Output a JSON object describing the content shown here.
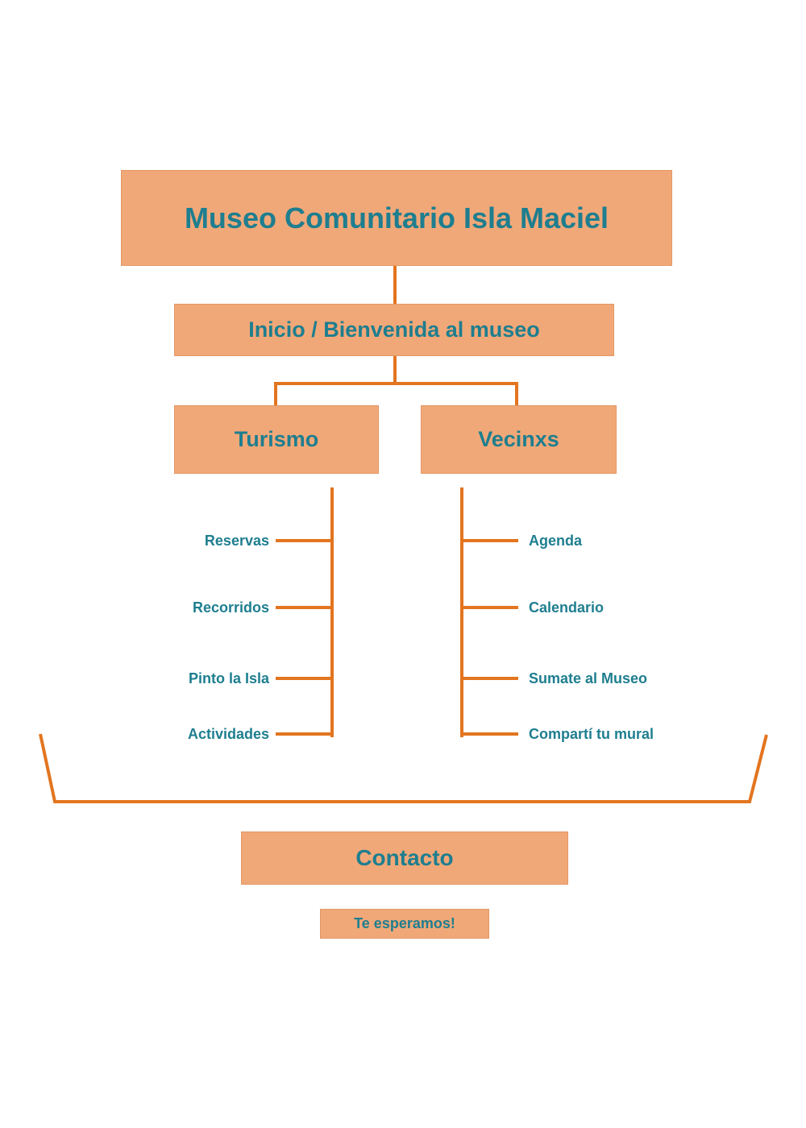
{
  "diagram": {
    "title": "Museo Comunitario Isla Maciel",
    "home": "Inicio / Bienvenida al museo",
    "branches": [
      {
        "label": "Turismo",
        "children": [
          "Reservas",
          "Recorridos",
          "Pinto la Isla",
          "Actividades"
        ]
      },
      {
        "label": "Vecinxs",
        "children": [
          "Agenda",
          "Calendario",
          "Sumate al Museo",
          "Compartí tu mural"
        ]
      }
    ],
    "contact": "Contacto",
    "footer": "Te esperamos!"
  },
  "colors": {
    "node_fill": "#F1A878",
    "connector": "#E3751F",
    "text": "#1E7E8F",
    "background": "#FFFFFF"
  }
}
